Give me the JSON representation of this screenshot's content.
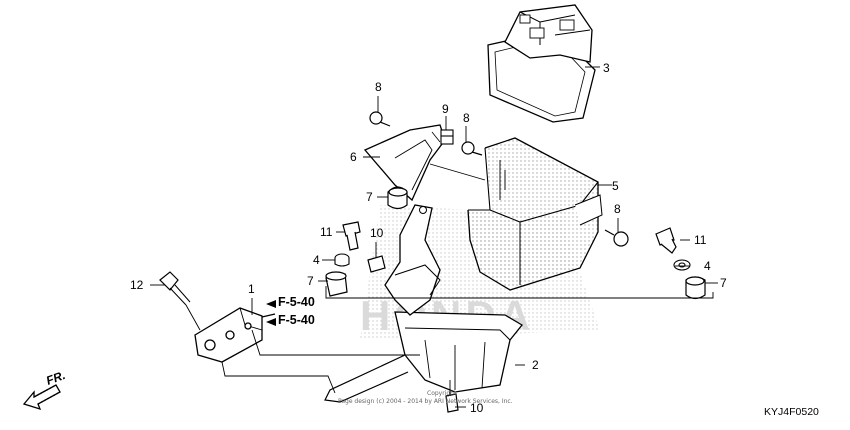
{
  "diagram": {
    "callouts": [
      "1",
      "2",
      "3",
      "4",
      "4",
      "5",
      "6",
      "7",
      "7",
      "7",
      "8",
      "8",
      "8",
      "9",
      "10",
      "10",
      "11",
      "11",
      "12"
    ],
    "reference_labels": [
      "F-5-40",
      "F-5-40"
    ],
    "direction_label": "FR.",
    "diagram_code": "KYJ4F0520",
    "copyright_line1": "Copyright",
    "copyright_line2": "Page design (c) 2004 - 2014 by ARI Network Services, Inc.",
    "watermark_text": "HONDA",
    "colors": {
      "ink": "#000000",
      "paper": "#ffffff",
      "watermark": "#bdbdbd"
    }
  }
}
